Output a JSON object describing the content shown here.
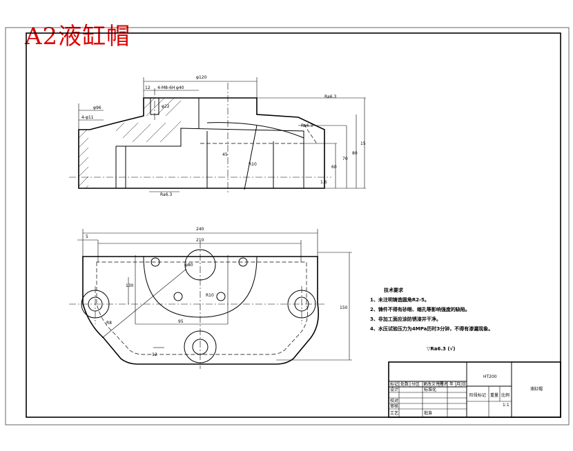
{
  "title": "A2液缸帽",
  "top_view": {
    "dims": {
      "d1": "φ120",
      "d2": "φ40",
      "d3": "12",
      "d4": "4-M8-6H",
      "d5": "φ96",
      "d6": "4-φ11",
      "d7": "φ22",
      "d8": "45",
      "d9": "R10",
      "d10": "60",
      "d11": "70",
      "d12": "80",
      "d13": "15",
      "d14": "1.6",
      "r1": "Ra6.3",
      "r2": "Ra6.3",
      "r3": "Ra6.3"
    }
  },
  "plan_view": {
    "dims": {
      "p1": "240",
      "p2": "210",
      "p3": "5",
      "p4": "150",
      "p5": "130",
      "p6": "φ80",
      "p7": "95",
      "p8": "R10",
      "p9": "R8",
      "p10": "12"
    }
  },
  "tech_req": {
    "heading": "技术要求",
    "items": [
      "1、未注明铸造圆角R2-5。",
      "2、铸件不得有砂眼、缩孔等影响强度的缺陷。",
      "3、非加工面应涂防锈漆并干净。",
      "4、水压试验压力为4MPa历时3分钟，不得有渗漏现象。"
    ],
    "roughness": "▽Ra6.3 (√)"
  },
  "title_block": {
    "material": "HT200",
    "part_name": "液缸帽",
    "scale": "1:1",
    "sheet_cell": "重量",
    "ratio_label": "比例",
    "mark_label": "阶段标记",
    "row_labels": [
      "标记",
      "处数",
      "分区",
      "更改文件号",
      "签名",
      "年",
      "月",
      "日"
    ],
    "left_labels": [
      "设计",
      "校对",
      "审核",
      "工艺"
    ],
    "std_label": "标准化",
    "approve_label": "批准"
  }
}
